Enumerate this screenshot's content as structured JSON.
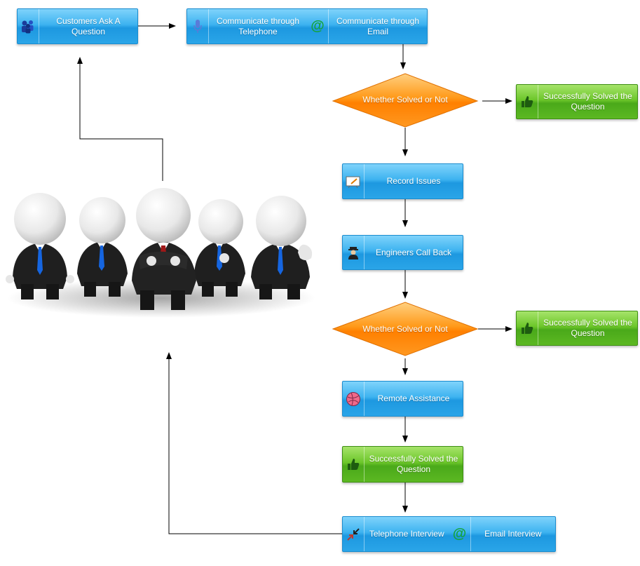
{
  "nodes": {
    "customers": "Customers Ask A Question",
    "telephone": "Communicate through Telephone",
    "email": "Communicate through Email",
    "decision1": "Whether Solved or Not",
    "solved1": "Successfully Solved the Question",
    "record": "Record Issues",
    "engineers": "Engineers Call Back",
    "decision2": "Whether Solved or Not",
    "solved2": "Successfully Solved the Question",
    "remote": "Remote Assistance",
    "solved3": "Successfully Solved the Question",
    "tel_interview": "Telephone Interview",
    "email_interview": "Email Interview"
  },
  "icons": {
    "customers": "people-icon",
    "telephone": "microphone-icon",
    "email": "at-sign-icon",
    "solved": "thumbs-up-icon",
    "record": "whiteboard-icon",
    "engineers": "agent-icon",
    "remote": "globe-icon",
    "tel_interview": "compress-arrows-icon",
    "email_interview": "at-sign-icon"
  },
  "colors": {
    "blue": "#2aa5e8",
    "green": "#5cb822",
    "orange": "#ff8c00",
    "arrow": "#000000"
  }
}
